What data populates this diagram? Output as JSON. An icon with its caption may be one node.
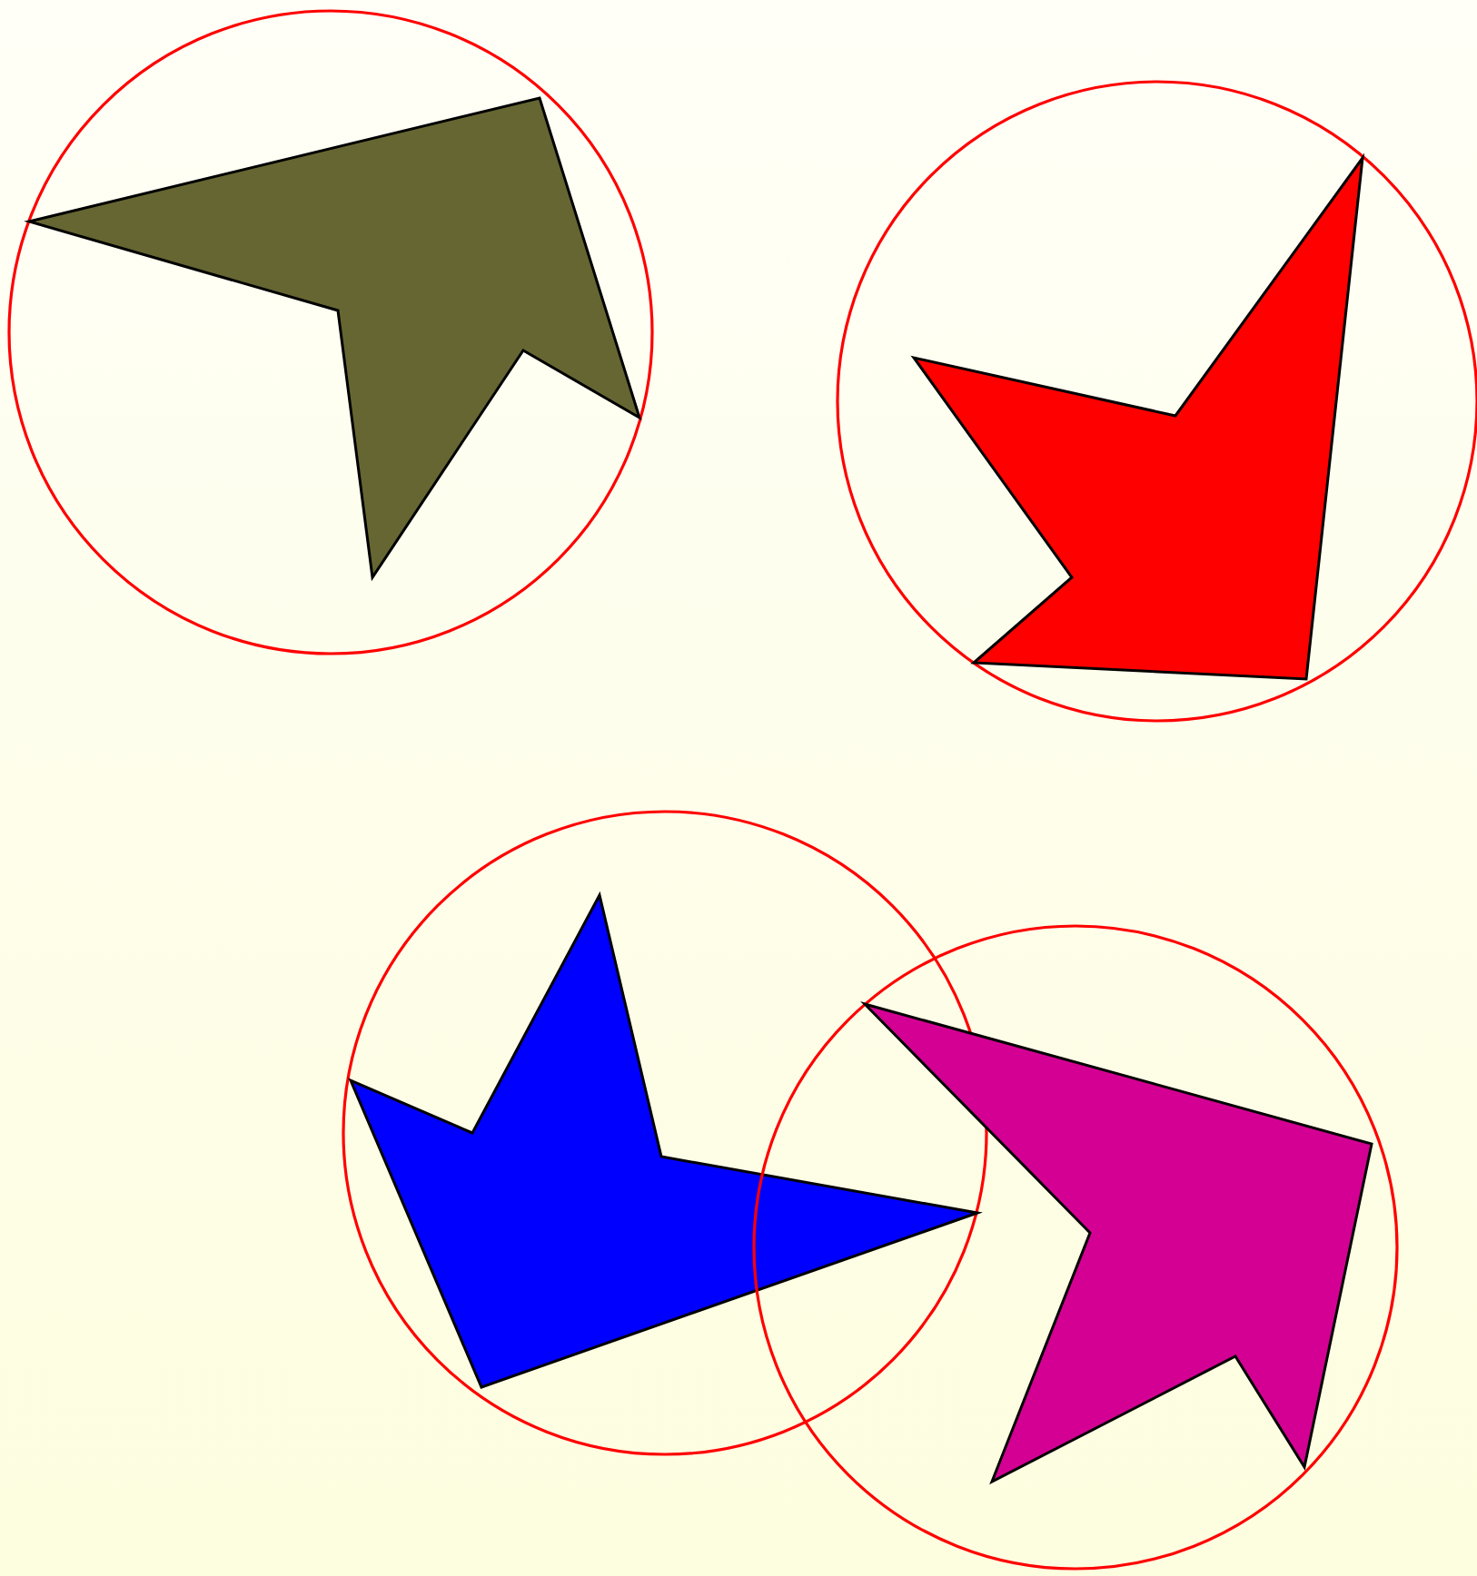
{
  "diagram": {
    "nodes": [
      {
        "text": [],
        "shape": "circle"
      },
      {
        "text": [],
        "shape": "arrow",
        "in": 0
      },
      {
        "text": [],
        "shape": "circle"
      },
      {
        "text": [],
        "shape": "arrow",
        "in": 2
      },
      {
        "text": [],
        "shape": "circle"
      },
      {
        "text": [],
        "shape": "arrow",
        "in": 4
      },
      {
        "text": [],
        "shape": "circle"
      },
      {
        "text": [],
        "shape": "arrow",
        "in": 6
      }
    ]
  }
}
